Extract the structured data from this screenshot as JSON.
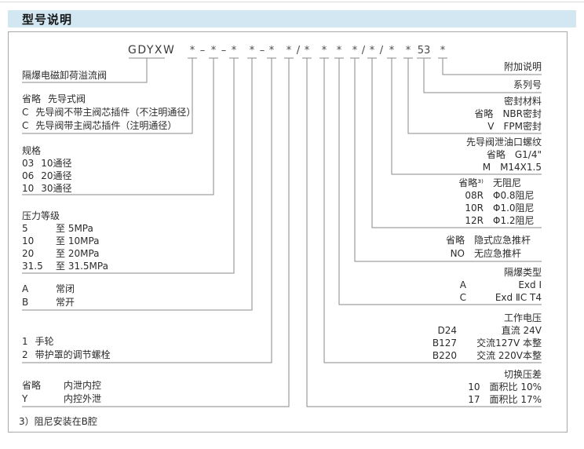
{
  "page": {
    "title": "型号说明"
  },
  "model_code": {
    "prefix": "GDYXW",
    "tokens": [
      "*",
      "–",
      "*",
      "–",
      "*",
      "*",
      "–",
      "*",
      "*",
      "/",
      "*",
      "*",
      "*",
      "*",
      "/",
      "*",
      "/",
      "*",
      "*",
      "53",
      "*"
    ]
  },
  "left_sections": {
    "product": {
      "name": "隔爆电磁卸荷溢流阀"
    },
    "pilot": {
      "rows": [
        {
          "c": "省略",
          "t": "先导式阀"
        },
        {
          "c": "C",
          "t": "先导阀不带主阀芯插件（不注明通径）"
        },
        {
          "c": "C",
          "t": "先导阀带主阀芯插件（注明通径）"
        }
      ]
    },
    "spec": {
      "title": "规格",
      "rows": [
        {
          "c": "03",
          "t": "10通径"
        },
        {
          "c": "06",
          "t": "20通径"
        },
        {
          "c": "10",
          "t": "30通径"
        }
      ]
    },
    "pressure": {
      "title": "压力等级",
      "rows": [
        {
          "c": "5",
          "t": "至 5MPa"
        },
        {
          "c": "10",
          "t": "至 10MPa"
        },
        {
          "c": "20",
          "t": "至 20MPa"
        },
        {
          "c": "31.5",
          "t": "至 31.5MPa"
        }
      ]
    },
    "mode": {
      "rows": [
        {
          "c": "A",
          "t": "常闭"
        },
        {
          "c": "B",
          "t": "常开"
        }
      ]
    },
    "adjust": {
      "rows": [
        {
          "c": "1",
          "t": "手轮"
        },
        {
          "c": "2",
          "t": "带护罩的调节螺栓"
        }
      ]
    },
    "drain": {
      "rows": [
        {
          "c": "省略",
          "t": "内泄内控"
        },
        {
          "c": "Y",
          "t": "内控外泄"
        }
      ]
    },
    "footnote": "3）阻尼安装在B腔"
  },
  "right_sections": {
    "extra": {
      "title": "附加说明"
    },
    "series": {
      "title": "系列号"
    },
    "seal": {
      "title": "密封材料",
      "rows": [
        {
          "c": "省略",
          "t": "NBR密封"
        },
        {
          "c": "V",
          "t": "FPM密封"
        }
      ]
    },
    "thread": {
      "title": "先导阀泄油口螺纹",
      "rows": [
        {
          "c": "省略",
          "t": "G1/4\""
        },
        {
          "c": "M",
          "t": "M14X1.5"
        }
      ]
    },
    "damping": {
      "rows": [
        {
          "c": "省略³⁾",
          "t": "无阻尼"
        },
        {
          "c": "08R",
          "t": "Φ0.8阻尼"
        },
        {
          "c": "10R",
          "t": "Φ1.0阻尼"
        },
        {
          "c": "12R",
          "t": "Φ1.2阻尼"
        }
      ]
    },
    "rod": {
      "rows": [
        {
          "c": "省略",
          "t": "隐式应急推杆"
        },
        {
          "c": "NO",
          "t": "无应急推杆"
        }
      ]
    },
    "exd": {
      "title": "隔爆类型",
      "rows": [
        {
          "c": "A",
          "t": "Exd Ⅰ"
        },
        {
          "c": "C",
          "t": "Exd ⅡC T4"
        }
      ]
    },
    "voltage": {
      "title": "工作电压",
      "rows": [
        {
          "c": "D24",
          "t": "直流 24V"
        },
        {
          "c": "B127",
          "t": "交流127V 本整"
        },
        {
          "c": "B220",
          "t": "交流 220V本整"
        }
      ]
    },
    "diff": {
      "title": "切换压差",
      "rows": [
        {
          "c": "10",
          "t": "面积比 10%"
        },
        {
          "c": "17",
          "t": "面积比 17%"
        }
      ]
    }
  }
}
